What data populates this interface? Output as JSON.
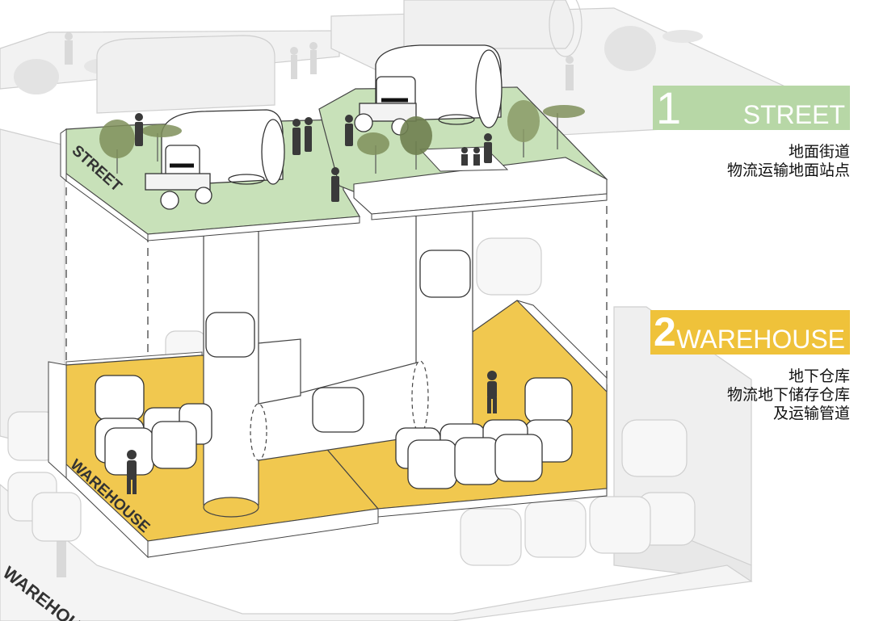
{
  "colors": {
    "street_green": "#c8e1b9",
    "warehouse_yellow": "#f1c84f",
    "street_label_bg": "#b7d7a6",
    "warehouse_label_bg": "#efc23a",
    "ink": "#333333"
  },
  "labels": {
    "street": {
      "number": "1",
      "word": "STREET",
      "caption_line1": "地面街道",
      "caption_line2": "物流运输地面站点"
    },
    "warehouse": {
      "number": "2",
      "word": "WAREHOUSE",
      "caption_line1": "地下仓库",
      "caption_line2": "物流地下储存仓库",
      "caption_line3": "及运输管道"
    }
  },
  "side_text": {
    "street": "STREET",
    "warehouse": "WAREHOUSE",
    "warehouse_faded": "WAREHOUSE"
  }
}
